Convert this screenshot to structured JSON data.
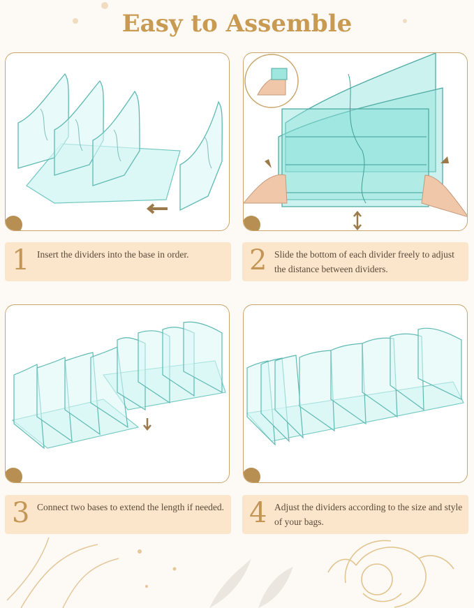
{
  "title": "Easy to Assemble",
  "colors": {
    "accent": "#c89a52",
    "step_bg": "#fbe6cc",
    "panel_border": "#c9a56a",
    "acrylic": "#8fe3dc"
  },
  "steps": [
    {
      "number": "1",
      "text": "Insert the dividers into the base in order."
    },
    {
      "number": "2",
      "text": "Slide the bottom of each divider freely to adjust the distance between dividers."
    },
    {
      "number": "3",
      "text": "Connect two bases to extend the length if needed."
    },
    {
      "number": "4",
      "text": "Adjust the dividers according to the size and style of your bags."
    }
  ]
}
